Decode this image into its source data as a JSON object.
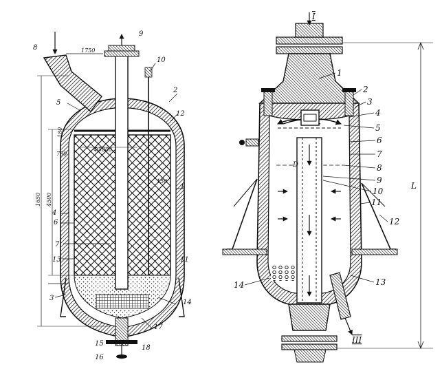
{
  "left_reactor": {
    "callouts": [
      {
        "id": "l1",
        "text": "1"
      },
      {
        "id": "l2",
        "text": "2"
      },
      {
        "id": "l3",
        "text": "3"
      },
      {
        "id": "l4",
        "text": "4"
      },
      {
        "id": "l5",
        "text": "5"
      },
      {
        "id": "l6",
        "text": "6"
      },
      {
        "id": "l7",
        "text": "7"
      },
      {
        "id": "l8",
        "text": "8"
      },
      {
        "id": "l9",
        "text": "9"
      },
      {
        "id": "l10",
        "text": "10"
      },
      {
        "id": "l11",
        "text": "11"
      },
      {
        "id": "l12",
        "text": "12"
      },
      {
        "id": "l13",
        "text": "13"
      },
      {
        "id": "l14",
        "text": "14"
      },
      {
        "id": "l15",
        "text": "15"
      },
      {
        "id": "l16",
        "text": "16"
      },
      {
        "id": "l17",
        "text": "17"
      },
      {
        "id": "l18",
        "text": "18"
      }
    ],
    "dimensions": {
      "top_width": "1750",
      "overall_height": "1650",
      "bed_height": "4500",
      "small_a": "180",
      "small_b": "750",
      "diameter": "Ф5000",
      "wall": "150"
    }
  },
  "right_reactor": {
    "callouts": [
      {
        "id": "r1",
        "text": "1"
      },
      {
        "id": "r2",
        "text": "2"
      },
      {
        "id": "r3",
        "text": "3"
      },
      {
        "id": "r4",
        "text": "4"
      },
      {
        "id": "r5",
        "text": "5"
      },
      {
        "id": "r6",
        "text": "6"
      },
      {
        "id": "r7",
        "text": "7"
      },
      {
        "id": "r8",
        "text": "8"
      },
      {
        "id": "r9",
        "text": "9"
      },
      {
        "id": "r10",
        "text": "10"
      },
      {
        "id": "r11",
        "text": "11"
      },
      {
        "id": "r12",
        "text": "12"
      },
      {
        "id": "r13",
        "text": "13"
      },
      {
        "id": "r14",
        "text": "14"
      }
    ],
    "stream_in": "I",
    "stream_out": "III",
    "diameter_label": "D",
    "length_label": "L"
  }
}
